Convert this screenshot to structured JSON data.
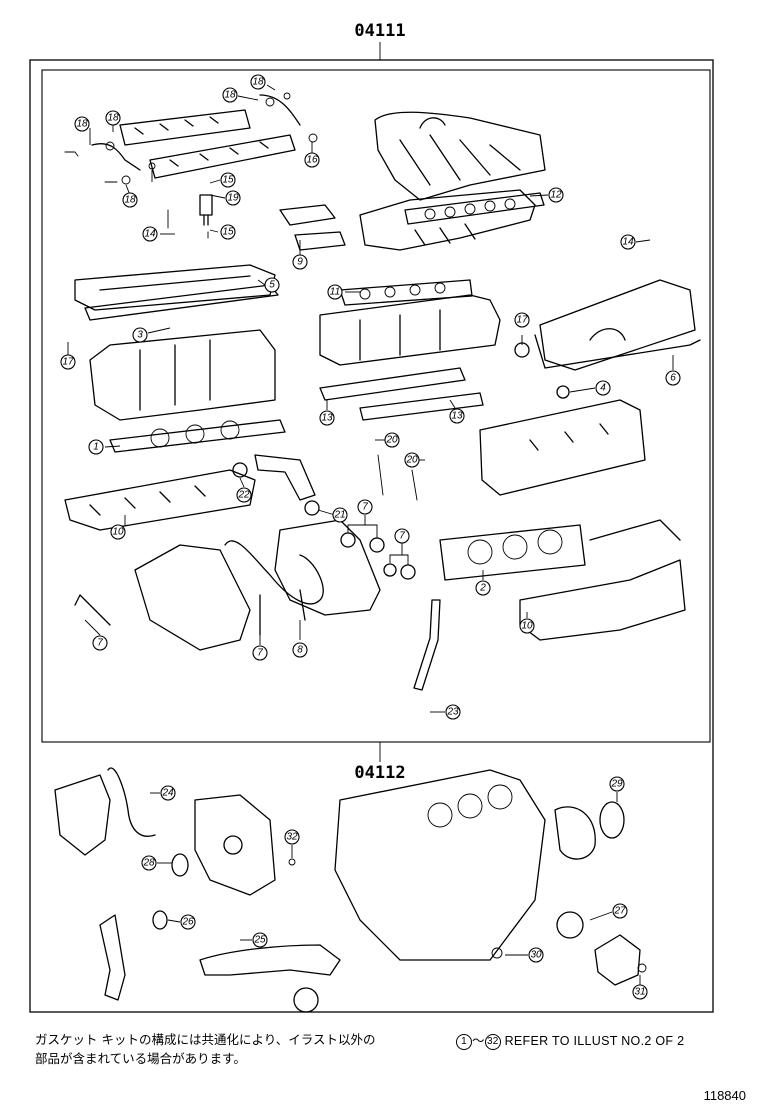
{
  "codes": {
    "upper": "04111",
    "lower": "04112"
  },
  "callouts_upper": [
    "18",
    "18",
    "18",
    "18",
    "16",
    "15",
    "19",
    "14",
    "15",
    "18",
    "12",
    "9",
    "14",
    "5",
    "3",
    "17",
    "11",
    "17",
    "6",
    "4",
    "13",
    "13",
    "1",
    "20",
    "20",
    "22",
    "21",
    "7",
    "7",
    "10",
    "2",
    "10",
    "7",
    "8",
    "7",
    "23"
  ],
  "callouts_lower": [
    "24",
    "29",
    "32",
    "28",
    "26",
    "25",
    "27",
    "30",
    "31"
  ],
  "notes": {
    "japanese_line1": "ガスケット キットの構成には共通化により、イラスト以外の",
    "japanese_line2": "部品が含まれている場合があります。",
    "ref_from": "1",
    "ref_tilde": "〜",
    "ref_to": "32",
    "ref_text": "REFER TO ILLUST NO.2 OF 2"
  },
  "illustration_number": "118840",
  "colors": {
    "line": "#000000",
    "background": "#ffffff"
  }
}
